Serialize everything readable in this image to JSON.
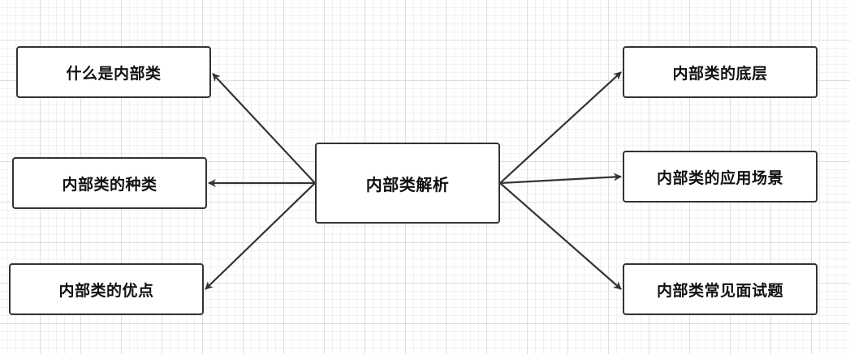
{
  "diagram": {
    "colors": {
      "stroke": "#333333",
      "node_fill": "#ffffff",
      "text": "#111111",
      "grid_major": "#dedede",
      "grid_minor": "#f1f1f1"
    },
    "center": {
      "label": "内部类解析"
    },
    "left_nodes": [
      {
        "label": "什么是内部类"
      },
      {
        "label": "内部类的种类"
      },
      {
        "label": "内部类的优点"
      }
    ],
    "right_nodes": [
      {
        "label": "内部类的底层"
      },
      {
        "label": "内部类的应用场景"
      },
      {
        "label": "内部类常见面试题"
      }
    ]
  }
}
